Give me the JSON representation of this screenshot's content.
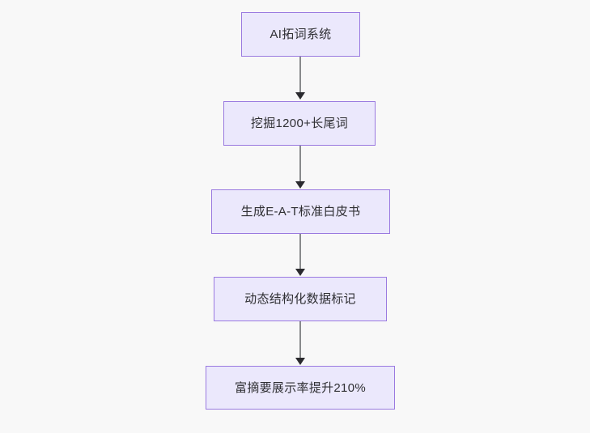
{
  "diagram": {
    "type": "flowchart",
    "direction": "top-to-bottom",
    "background_color": "#f8f8f8",
    "node_fill_color": "#ebe8fc",
    "node_border_color": "#9a7ae0",
    "node_text_color": "#2f2f33",
    "edge_color": "#888a8c",
    "arrowhead_color": "#2a2a2e",
    "nodes": [
      {
        "id": "n1",
        "label": "AI拓词系统"
      },
      {
        "id": "n2",
        "label": "挖掘1200+长尾词"
      },
      {
        "id": "n3",
        "label": "生成E-A-T标准白皮书"
      },
      {
        "id": "n4",
        "label": "动态结构化数据标记"
      },
      {
        "id": "n5",
        "label": "富摘要展示率提升210%"
      }
    ],
    "edges": [
      {
        "from": "n1",
        "to": "n2"
      },
      {
        "from": "n2",
        "to": "n3"
      },
      {
        "from": "n3",
        "to": "n4"
      },
      {
        "from": "n4",
        "to": "n5"
      }
    ]
  }
}
